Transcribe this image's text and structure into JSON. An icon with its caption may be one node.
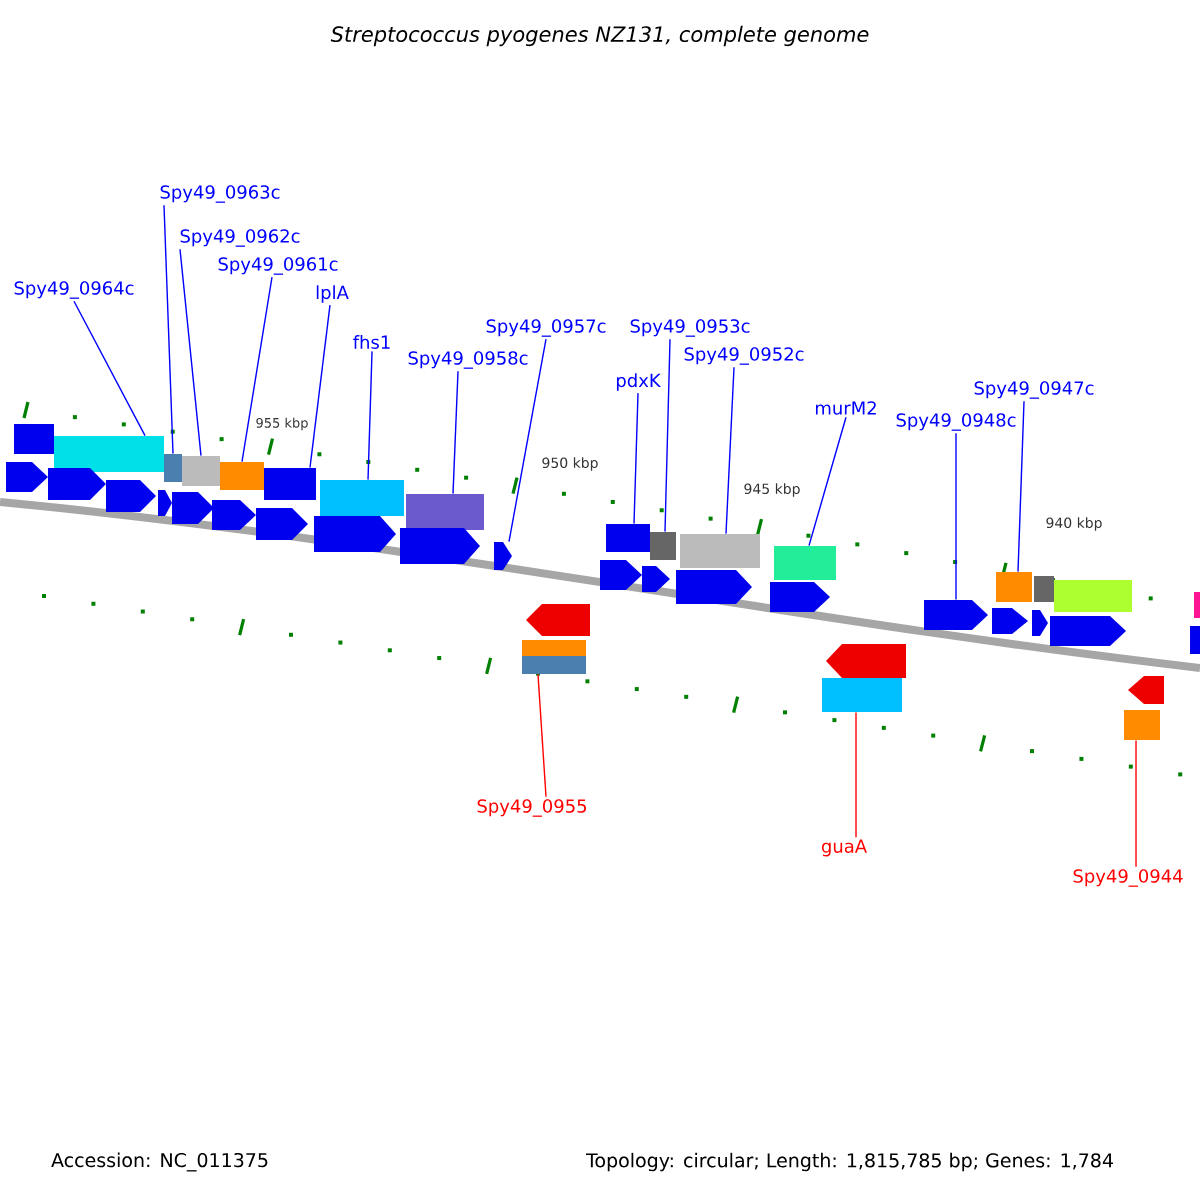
{
  "diagram": {
    "title": "Streptococcus pyogenes NZ131, complete genome",
    "nodes": [
      {
        "text": [
          "Spy49_0964c"
        ]
      },
      {
        "text": [
          "Spy49_0963c"
        ]
      },
      {
        "text": [
          "Spy49_0962c"
        ]
      },
      {
        "text": [
          "Spy49_0961c"
        ]
      },
      {
        "text": [
          "lplA"
        ]
      },
      {
        "text": [
          "fhs1"
        ]
      },
      {
        "text": [
          "Spy49_0958c"
        ]
      },
      {
        "text": [
          "Spy49_0957c"
        ]
      },
      {
        "text": [
          "pdxK"
        ]
      },
      {
        "text": [
          "Spy49_0953c"
        ]
      },
      {
        "text": [
          "Spy49_0952c"
        ]
      },
      {
        "text": [
          "murM2"
        ]
      },
      {
        "text": [
          "Spy49_0948c"
        ]
      },
      {
        "text": [
          "Spy49_0947c"
        ]
      },
      {
        "text": [
          "Spy49_0955"
        ]
      },
      {
        "text": [
          "guaA"
        ]
      },
      {
        "text": [
          "Spy49_0944"
        ]
      },
      {
        "text": [],
        "shape": "bar"
      },
      {
        "text": [],
        "shape": "bar"
      },
      {
        "text": [],
        "shape": "bar"
      },
      {
        "text": [],
        "shape": "bar"
      },
      {
        "text": [],
        "shape": "bar"
      },
      {
        "text": [],
        "shape": "bar"
      },
      {
        "text": [],
        "shape": "bar"
      },
      {
        "text": [],
        "shape": "arrow"
      },
      {
        "text": [],
        "shape": "bar"
      },
      {
        "text": [],
        "shape": "bar"
      },
      {
        "text": [],
        "shape": "bar"
      },
      {
        "text": [],
        "shape": "bar"
      },
      {
        "text": [],
        "shape": "arrow"
      },
      {
        "text": [],
        "shape": "bar"
      },
      {
        "text": [],
        "shape": "bar"
      },
      {
        "text": [],
        "shape": "bar"
      },
      {
        "text": [],
        "shape": "bar"
      },
      {
        "text": [],
        "shape": "arrow"
      },
      {
        "text": [],
        "shape": "bar"
      },
      {
        "text": [],
        "shape": "arrow"
      },
      {
        "text": [],
        "shape": "arrow"
      },
      {
        "text": [],
        "shape": "arrow"
      },
      {
        "text": [],
        "shape": "arrow"
      },
      {
        "text": [],
        "shape": "arrow"
      },
      {
        "text": [],
        "shape": "arrow"
      },
      {
        "text": [],
        "shape": "arrow"
      },
      {
        "text": [],
        "shape": "arrow"
      },
      {
        "text": [],
        "shape": "bar"
      },
      {
        "text": [],
        "shape": "arrow"
      },
      {
        "text": [],
        "shape": "arrow"
      },
      {
        "text": [],
        "shape": "arrow"
      },
      {
        "text": [],
        "shape": "arrow"
      },
      {
        "text": [],
        "shape": "arrow"
      },
      {
        "text": [],
        "shape": "arrow"
      },
      {
        "text": [],
        "shape": "arrow"
      },
      {
        "text": [],
        "shape": "arrow"
      },
      {
        "text": [],
        "shape": "bar"
      },
      {
        "text": [],
        "shape": "arrow"
      },
      {
        "text": [],
        "shape": "bar"
      },
      {
        "text": [],
        "shape": "arrow"
      },
      {
        "text": [],
        "shape": "bar"
      },
      {
        "text": [],
        "shape": "bar"
      }
    ],
    "edges": [
      {
        "from": 0,
        "to": 17,
        "arrow": "none"
      },
      {
        "from": 1,
        "to": 18,
        "arrow": "none"
      },
      {
        "from": 2,
        "to": 19,
        "arrow": "none"
      },
      {
        "from": 3,
        "to": 20,
        "arrow": "none"
      },
      {
        "from": 4,
        "to": 21,
        "arrow": "none"
      },
      {
        "from": 5,
        "to": 22,
        "arrow": "none"
      },
      {
        "from": 6,
        "to": 23,
        "arrow": "none"
      },
      {
        "from": 7,
        "to": 24,
        "arrow": "none"
      },
      {
        "from": 8,
        "to": 25,
        "arrow": "none"
      },
      {
        "from": 9,
        "to": 26,
        "arrow": "none"
      },
      {
        "from": 10,
        "to": 27,
        "arrow": "none"
      },
      {
        "from": 11,
        "to": 28,
        "arrow": "none"
      },
      {
        "from": 12,
        "to": 29,
        "arrow": "none"
      },
      {
        "from": 13,
        "to": 30,
        "arrow": "none"
      },
      {
        "from": 14,
        "to": 31,
        "arrow": "none",
        "color": "#ff0000"
      },
      {
        "from": 15,
        "to": 32,
        "arrow": "none",
        "color": "#ff0000"
      },
      {
        "from": 16,
        "to": 33,
        "arrow": "none",
        "color": "#ff0000"
      }
    ],
    "labels": [
      "955 kbp",
      "950 kbp",
      "945 kbp",
      "940 kbp",
      "Accession: NC_011375",
      "Topology: circular; Length: 1,815,785 bp; Genes: 1,784"
    ]
  }
}
